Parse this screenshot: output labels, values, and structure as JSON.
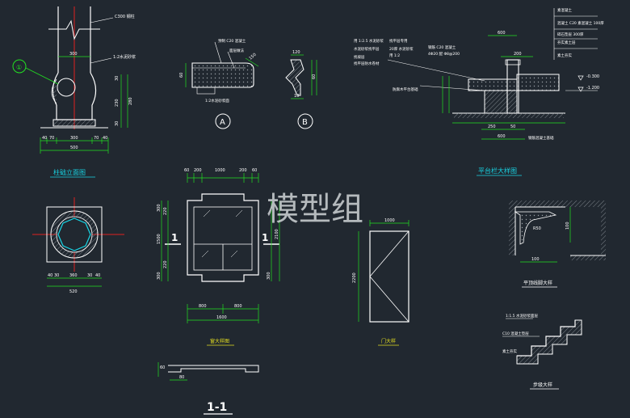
{
  "colors": {
    "background": "#212830",
    "outline": "#ffffff",
    "dimension": "#22e022",
    "hatch": "#9aa0a6",
    "axis": "#e02020",
    "cyan": "#18d6e6",
    "magenta": "#e020e0",
    "yellow": "#e6e020",
    "watermark": "#cfd3d6"
  },
  "watermark": "模型组",
  "column_elevation": {
    "title": "柱础立面图",
    "note_top": "C300 钢柱",
    "note_mid": "1:2水泥砂浆",
    "dim_width": "300",
    "dims_bottom": [
      "40",
      "70",
      "300",
      "70",
      "40"
    ],
    "dim_total": "500",
    "dims_right": [
      "30",
      "230",
      "280",
      "30"
    ],
    "circle_label": "①"
  },
  "detail_a": {
    "label": "A",
    "note_1": "预制 C20 混凝土",
    "note_2": "面层做法",
    "note_3": "1:2水泥砂浆面",
    "dim_left": "60",
    "dim_slope": "150"
  },
  "detail_b": {
    "label": "B",
    "dim_top": "120",
    "dim_right": "60",
    "dim_bottom": "10"
  },
  "platform_detail": {
    "title": "平台栏大样图",
    "notes_left": [
      "用 1:2.5 水泥砂浆",
      "水泥砂浆找平层",
      "找坡层",
      "找平层防水卷材",
      "找平层专用"
    ],
    "note_mid_1": "20厚 水泥砂浆",
    "note_mid_2": "用 1:2",
    "note_rebar_1": "钢筋 C20 混凝土",
    "note_rebar_2": "4Φ20 配 Φ8@200",
    "note_low": "防腐木平台基础",
    "note_bottom": "钢筋混凝土基础",
    "notes_right": [
      "素混凝土",
      "混凝土 C20 素混凝土 100厚",
      "碎石垫层 300厚",
      "夯实素土层",
      "素土夯实"
    ],
    "dim_top": "600",
    "dim_second": "200",
    "level_1": "-0.300",
    "level_2": "-1.200",
    "dims_bottom": [
      "250",
      "50"
    ],
    "dim_bottom_total": "600"
  },
  "column_plan": {
    "dims": [
      "40",
      "30",
      "360",
      "30",
      "40"
    ],
    "dim_total": "520"
  },
  "window_detail": {
    "title": "窗大样图",
    "section_label": "1",
    "dims_top": [
      "60",
      "200",
      "1000",
      "200",
      "60"
    ],
    "dims_bottom": [
      "800",
      "800"
    ],
    "dim_total": "1600",
    "dims_left": [
      "300",
      "220",
      "1500",
      "220",
      "300"
    ],
    "dims_right": [
      "2100",
      "300"
    ],
    "section_title": "1-1",
    "section_dims": [
      "60",
      "80"
    ]
  },
  "door_detail": {
    "title": "门大样",
    "dim_top": "1000",
    "dim_left": "2200"
  },
  "corner_detail": {
    "title": "平顶线脚大样",
    "dim_1": "R50",
    "dim_2": "100",
    "dim_3": "100"
  },
  "stair_detail": {
    "title": "步级大样",
    "note_1": "1:1.5 水泥砂浆面层",
    "note_2": "C10 混凝土垫层",
    "note_3": "素土夯实"
  }
}
